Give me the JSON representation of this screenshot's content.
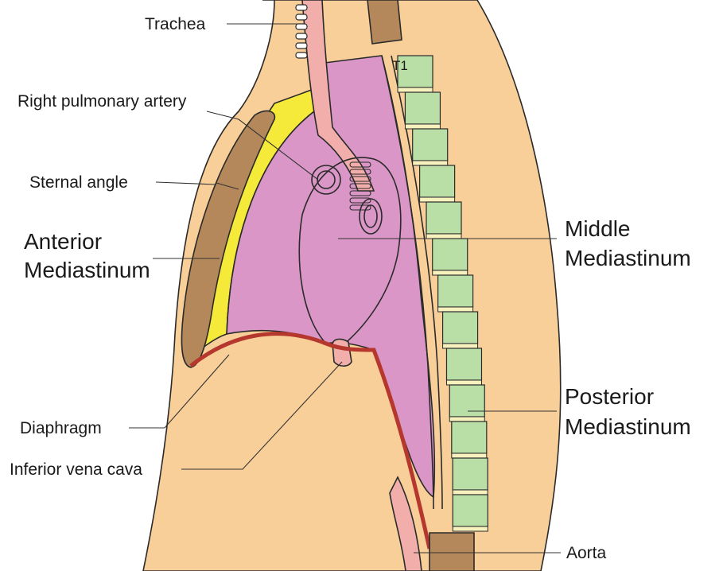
{
  "labels": {
    "trachea": "Trachea",
    "right_pulmonary_artery": "Right pulmonary artery",
    "sternal_angle": "Sternal angle",
    "anterior_mediastinum_1": "Anterior",
    "anterior_mediastinum_2": "Mediastinum",
    "middle_mediastinum_1": "Middle",
    "middle_mediastinum_2": "Mediastinum",
    "diaphragm": "Diaphragm",
    "inferior_vena_cava": "Inferior vena cava",
    "posterior_mediastinum_1": "Posterior",
    "posterior_mediastinum_2": "Mediastinum",
    "aorta": "Aorta",
    "t1": "T1"
  },
  "colors": {
    "body": "#f9cf99",
    "anterior": "#f5ea3a",
    "middle": "#d996c6",
    "posterior_vertebrae": "#b9dfa6",
    "bone": "#b4885a",
    "trachea": "#f2aeaa",
    "diaphragm": "#b5372d",
    "disc": "#f6f1bd"
  }
}
